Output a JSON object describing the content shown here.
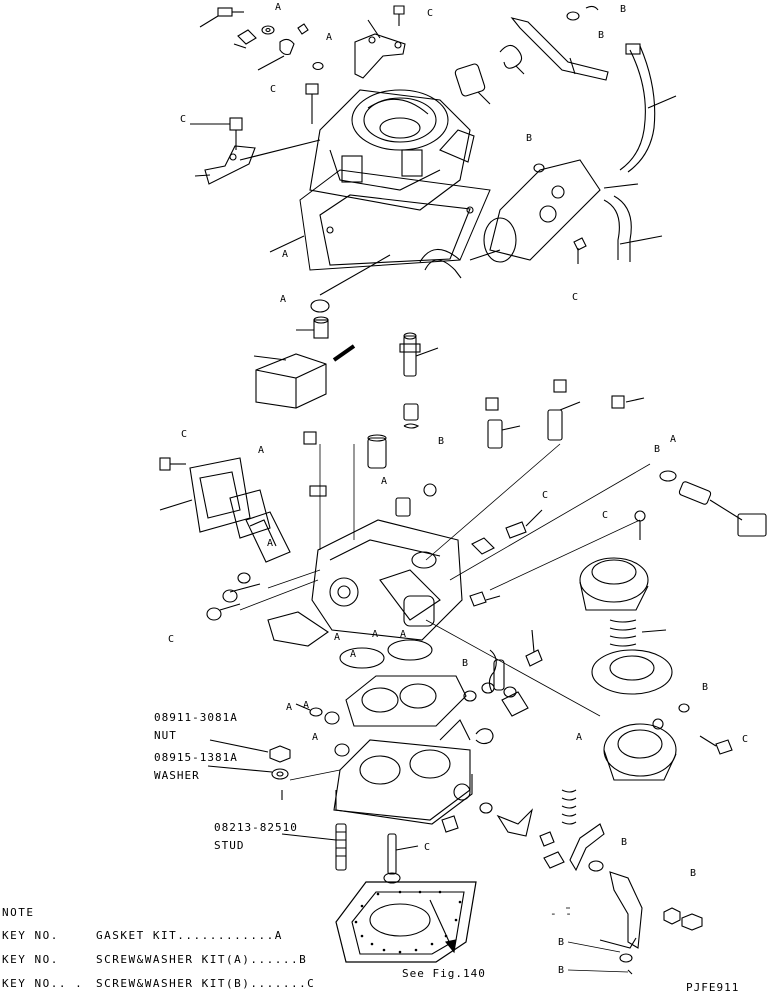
{
  "diagram": {
    "callouts": {
      "nut_part_no": "08911-3081A",
      "nut_name": "NUT",
      "washer_part_no": "08915-1381A",
      "washer_name": "WASHER",
      "stud_part_no": "08213-82510",
      "stud_name": "STUD",
      "see_fig": "See Fig.140",
      "drawing_code": "PJFE911",
      "dash_mark": "- -"
    },
    "key_letters": [
      "A",
      "B",
      "C"
    ],
    "letter_tags": [
      "A",
      "A",
      "B",
      "C",
      "C",
      "A",
      "C",
      "B",
      "B",
      "C",
      "A",
      "C",
      "A",
      "C",
      "A",
      "B",
      "C",
      "A",
      "B",
      "A",
      "A",
      "A",
      "A",
      "B",
      "A",
      "C",
      "A",
      "A",
      "B",
      "C",
      "A",
      "C",
      "B",
      "B",
      "B",
      "B",
      "B"
    ]
  },
  "notes": {
    "heading": "NOTE",
    "rows": [
      {
        "prefix": "KEY NO.",
        "text": "GASKET KIT............A"
      },
      {
        "prefix": "KEY NO.",
        "text": "SCREW&WASHER KIT(A)......B"
      },
      {
        "prefix": "KEY NO.. .",
        "text": "SCREW&WASHER KIT(B).......C"
      }
    ]
  }
}
